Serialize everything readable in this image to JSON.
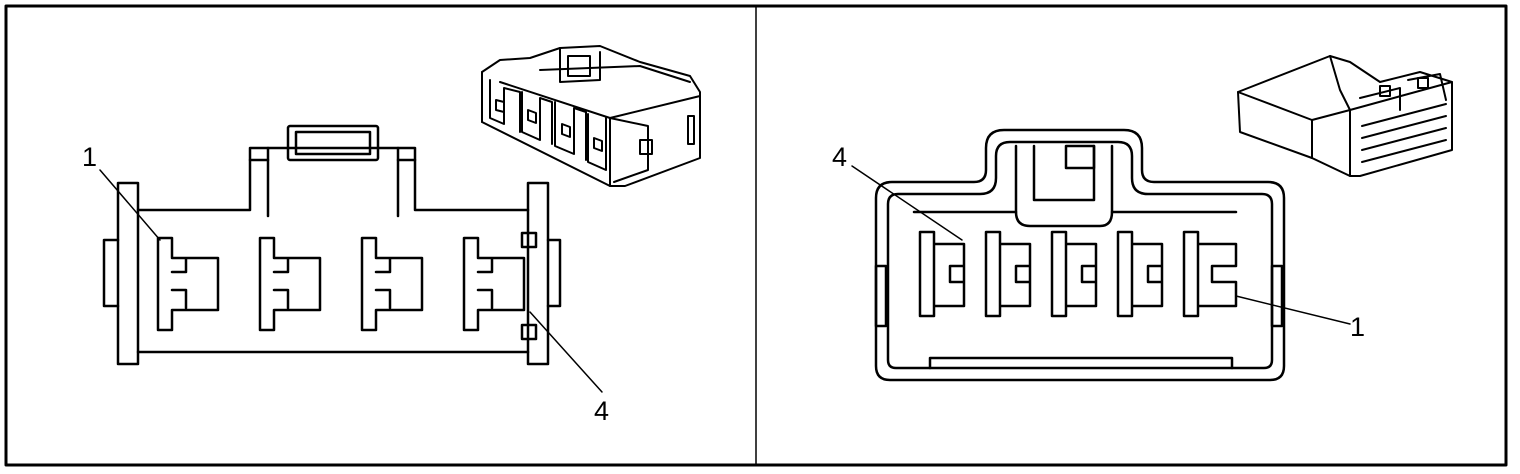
{
  "left_view": {
    "pin_labels": {
      "first": "1",
      "last": "4"
    }
  },
  "right_view": {
    "pin_labels": {
      "first": "1",
      "last": "4"
    }
  },
  "colors": {
    "line": "#000000",
    "background": "#ffffff"
  }
}
